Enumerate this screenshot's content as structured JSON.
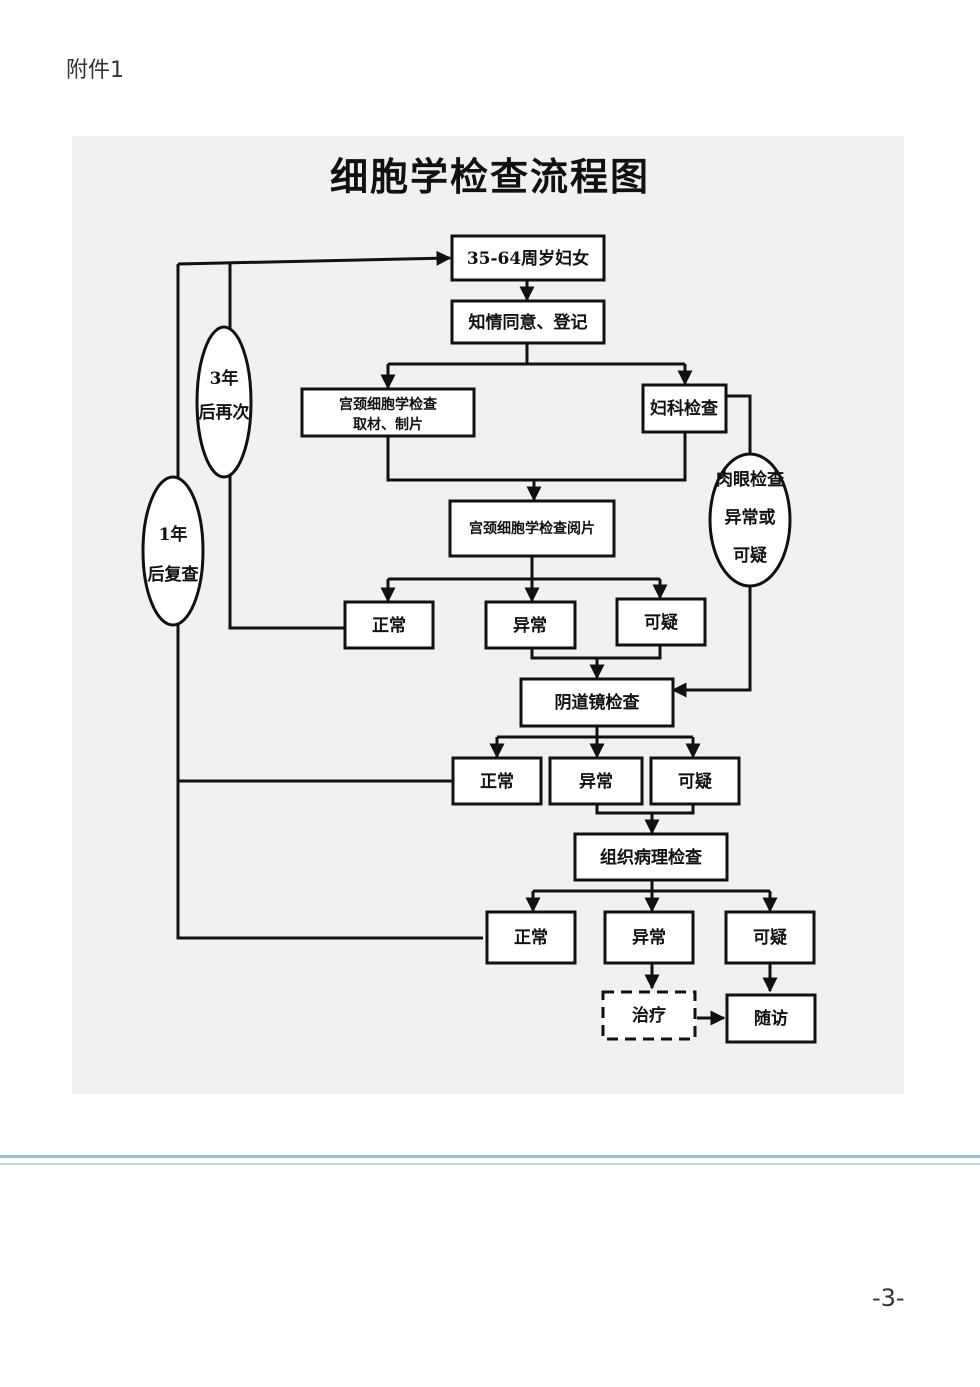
{
  "header": {
    "attachment": "附件1"
  },
  "diagram": {
    "title": "细胞学检查流程图",
    "nodes": {
      "women": "35-64周岁妇女",
      "consent": "知情同意、登记",
      "cyto_sampling_1": "宫颈细胞学检查",
      "cyto_sampling_2": "取材、制片",
      "gyn_exam": "妇科检查",
      "cyto_reading": "宫颈细胞学检查阅片",
      "cyto_normal": "正常",
      "cyto_abnormal": "异常",
      "cyto_suspicious": "可疑",
      "colposcopy": "阴道镜检查",
      "colpo_normal": "正常",
      "colpo_abnormal": "异常",
      "colpo_suspicious": "可疑",
      "histology": "组织病理检查",
      "histo_normal": "正常",
      "histo_abnormal": "异常",
      "histo_suspicious": "可疑",
      "treatment": "治疗",
      "follow_up": "随访"
    },
    "loops": {
      "three_year_1": "3年",
      "three_year_2": "后再次",
      "one_year_1": "1年",
      "one_year_2": "后复查",
      "visual_1": "肉眼检查",
      "visual_2": "异常或",
      "visual_3": "可疑"
    }
  },
  "footer": {
    "page_number": "-3-"
  }
}
